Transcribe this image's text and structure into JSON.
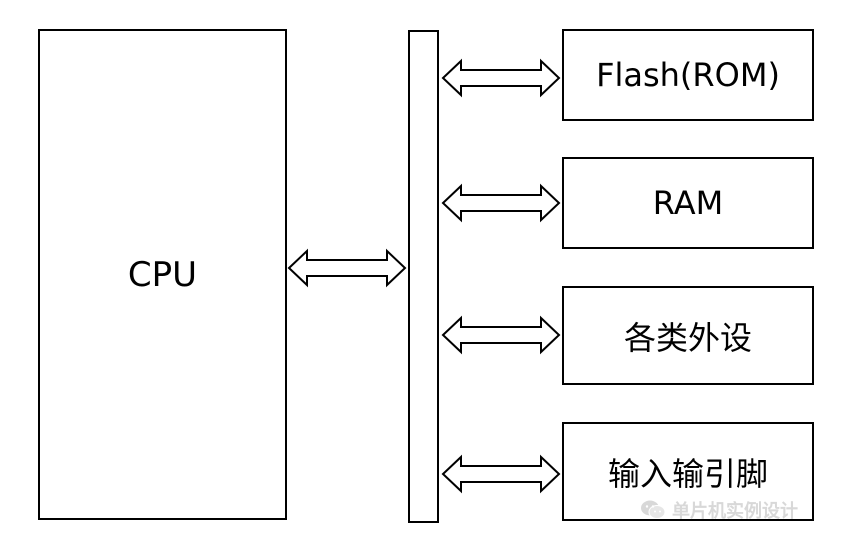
{
  "diagram": {
    "cpu_label": "CPU",
    "modules": [
      {
        "label": "Flash(ROM)"
      },
      {
        "label": "RAM"
      },
      {
        "label": "各类外设"
      },
      {
        "label": "输入输引脚"
      }
    ]
  },
  "watermark": {
    "text": "单片机实例设计",
    "icon": "wechat-icon"
  },
  "colors": {
    "line": "#000000",
    "background": "#ffffff",
    "watermark": "#d8d8d8"
  }
}
